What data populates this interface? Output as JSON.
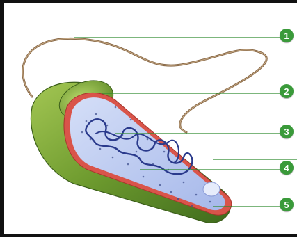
{
  "labels": [
    {
      "number": "1"
    },
    {
      "number": "2"
    },
    {
      "number": "3"
    },
    {
      "number": "4"
    },
    {
      "number": "5"
    }
  ],
  "colors": {
    "badge": "#3a9a3a",
    "leader_line": "#2e8b2e",
    "outer_wall": "#6f9a2c",
    "membrane": "#d9544a",
    "cytoplasm": "#b9c8ee",
    "dna": "#2a3a8c",
    "flagellum": "#8a6a48"
  }
}
